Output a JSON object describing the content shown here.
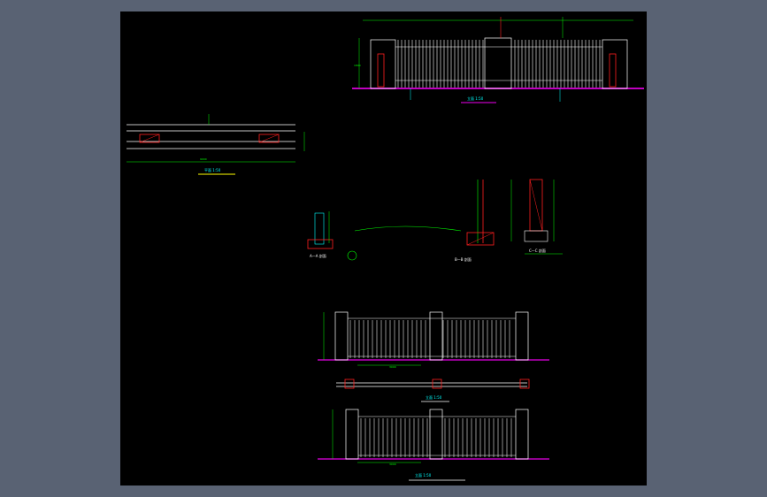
{
  "colors": {
    "background": "#596273",
    "canvas": "#000000",
    "outline": "#ffffff",
    "dimension": "#00ff00",
    "hatch": "#ff2020",
    "ground": "#c000c0",
    "annotation": "#ffff00",
    "detail": "#00ffff"
  },
  "labels": {
    "top_title": "立面 1:50",
    "left_title": "平面 1:50",
    "section_a": "A—A 剖面",
    "section_b": "B—B 剖面",
    "section_c": "C—C 剖面",
    "middle_title": "立面 1:50",
    "bottom_title": "立面 1:50"
  },
  "dimensions": {
    "top_height": "1800",
    "mid_width": "3000",
    "bottom_width": "3000",
    "plan_width": "9000"
  }
}
